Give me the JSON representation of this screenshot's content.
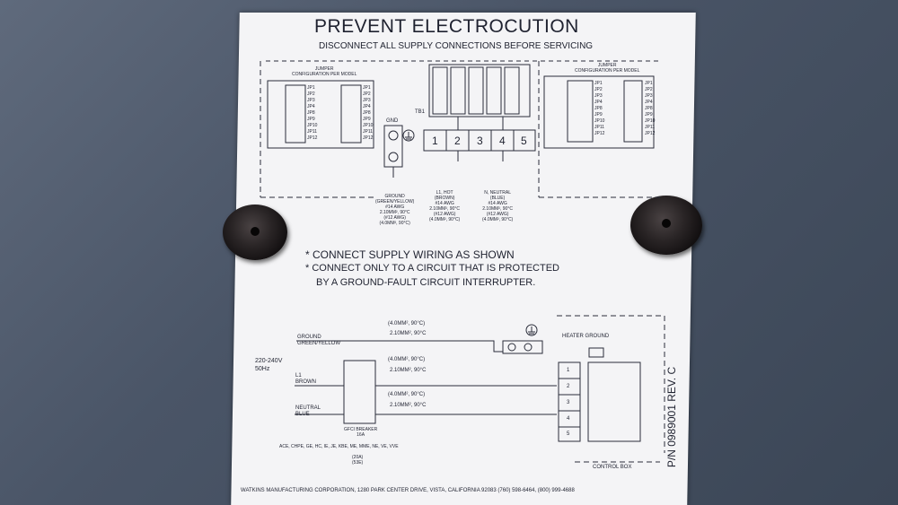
{
  "title": "PREVENT ELECTROCUTION",
  "subtitle": "DISCONNECT ALL SUPPLY CONNECTIONS BEFORE SERVICING",
  "jumper_left": "JUMPER\nCONFIGURATION PER MODEL",
  "jumper_right": "JUMPER\nCONFIGURATION PER MODEL",
  "jp_labels": [
    "JP1",
    "JP2",
    "JP3",
    "JP4",
    "JP8",
    "JP9",
    "JP10",
    "JP11",
    "JP12"
  ],
  "tb1": "TB1",
  "gnd": "GND",
  "terminals": [
    "1",
    "2",
    "3",
    "4",
    "5"
  ],
  "wire_ground": "GROUND\n(GREEN/YELLOW)\n#14 AWG\n2.10MM², 90°C\n(#12 AWG)\n(4.0MM², 90°C)",
  "wire_hot": "L1, HOT\n(BROWN)\n#14 AWG\n2.10MM², 90°C\n(#12 AWG)\n(4.0MM², 90°C)",
  "wire_neutral": "N, NEUTRAL\n(BLUE)\n#14 AWG\n2.10MM², 90°C\n(#12 AWG)\n(4.0MM², 90°C)",
  "notes": [
    "* CONNECT SUPPLY WIRING AS SHOWN",
    "* CONNECT ONLY TO A CIRCUIT THAT IS PROTECTED",
    "BY A GROUND-FAULT CIRCUIT INTERRUPTER."
  ],
  "spec_4mm": "(4.0MM², 90°C)",
  "spec_210": "2.10MM², 90°C",
  "ground_label": "GROUND\nGREEN/YELLOW",
  "voltage": "220-240V\n50Hz",
  "l1_label": "L1\nBROWN",
  "neutral_label": "NEUTRAL\nBLUE",
  "heater_ground": "HEATER GROUND",
  "gfci": "GFCI BREAKER\n16A",
  "models": "ACE, CHPE, GE, HC, IE, JE, KBE, ME, MME, NE, VE, VVE",
  "gfci_20a": "(20A)\n(53E)",
  "control_box": "CONTROL BOX",
  "part_no": "P/N 0989001  REV. C",
  "footer": "WATKINS MANUFACTURING CORPORATION, 1280 PARK CENTER DRIVE, VISTA, CALIFORNIA 92083 (760) 598-6464, (800) 999-4688"
}
